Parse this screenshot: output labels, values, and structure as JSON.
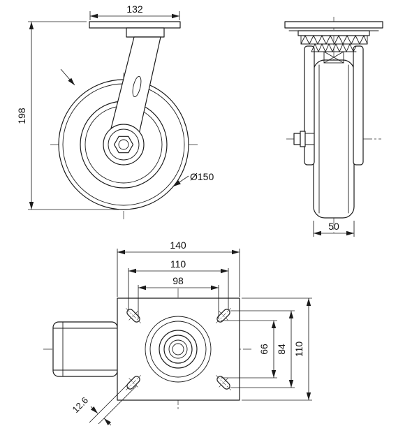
{
  "side_view": {
    "plate_width_label": "132",
    "height_label": "198",
    "wheel_diameter_label": "Ø150"
  },
  "front_view": {
    "wheel_width_label": "50"
  },
  "plan_view": {
    "plate_length_label": "140",
    "bolt_spacing_outer_label": "110",
    "bolt_spacing_inner_label": "98",
    "plate_width_label": "110",
    "bolt_spacing_vertical_outer_label": "84",
    "bolt_spacing_vertical_inner_label": "66",
    "slot_width_label": "12.6"
  }
}
